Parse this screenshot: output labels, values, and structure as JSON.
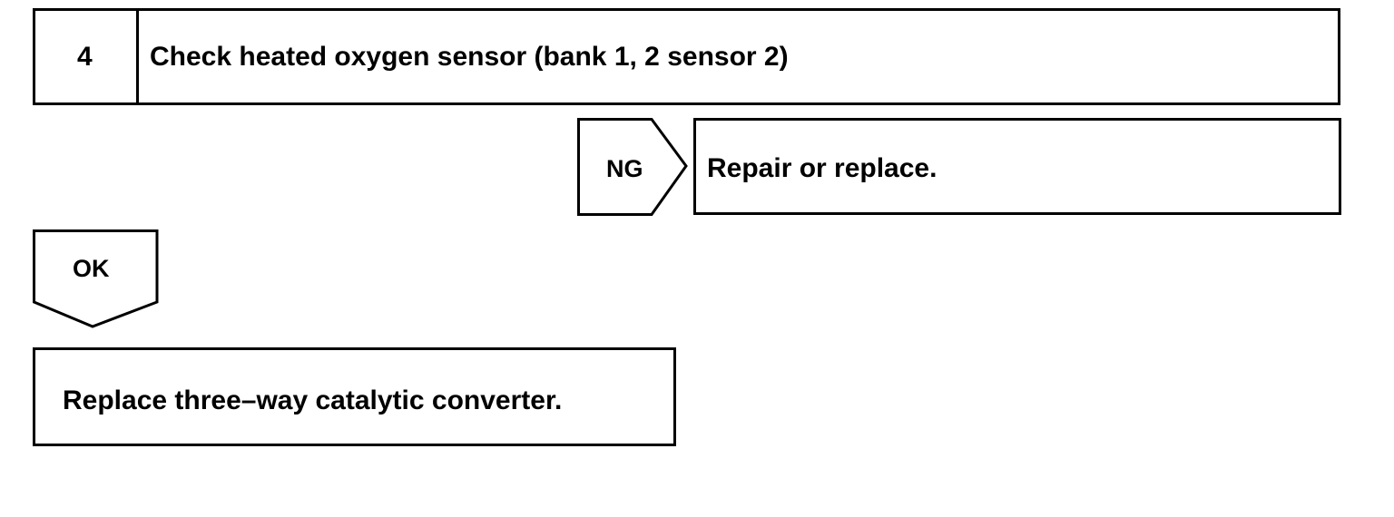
{
  "step": {
    "number": "4",
    "title": "Check heated oxygen sensor (bank 1, 2 sensor 2)"
  },
  "ng_branch": {
    "label": "NG",
    "action": "Repair or replace."
  },
  "ok_branch": {
    "label": "OK",
    "action": "Replace three–way catalytic converter."
  }
}
